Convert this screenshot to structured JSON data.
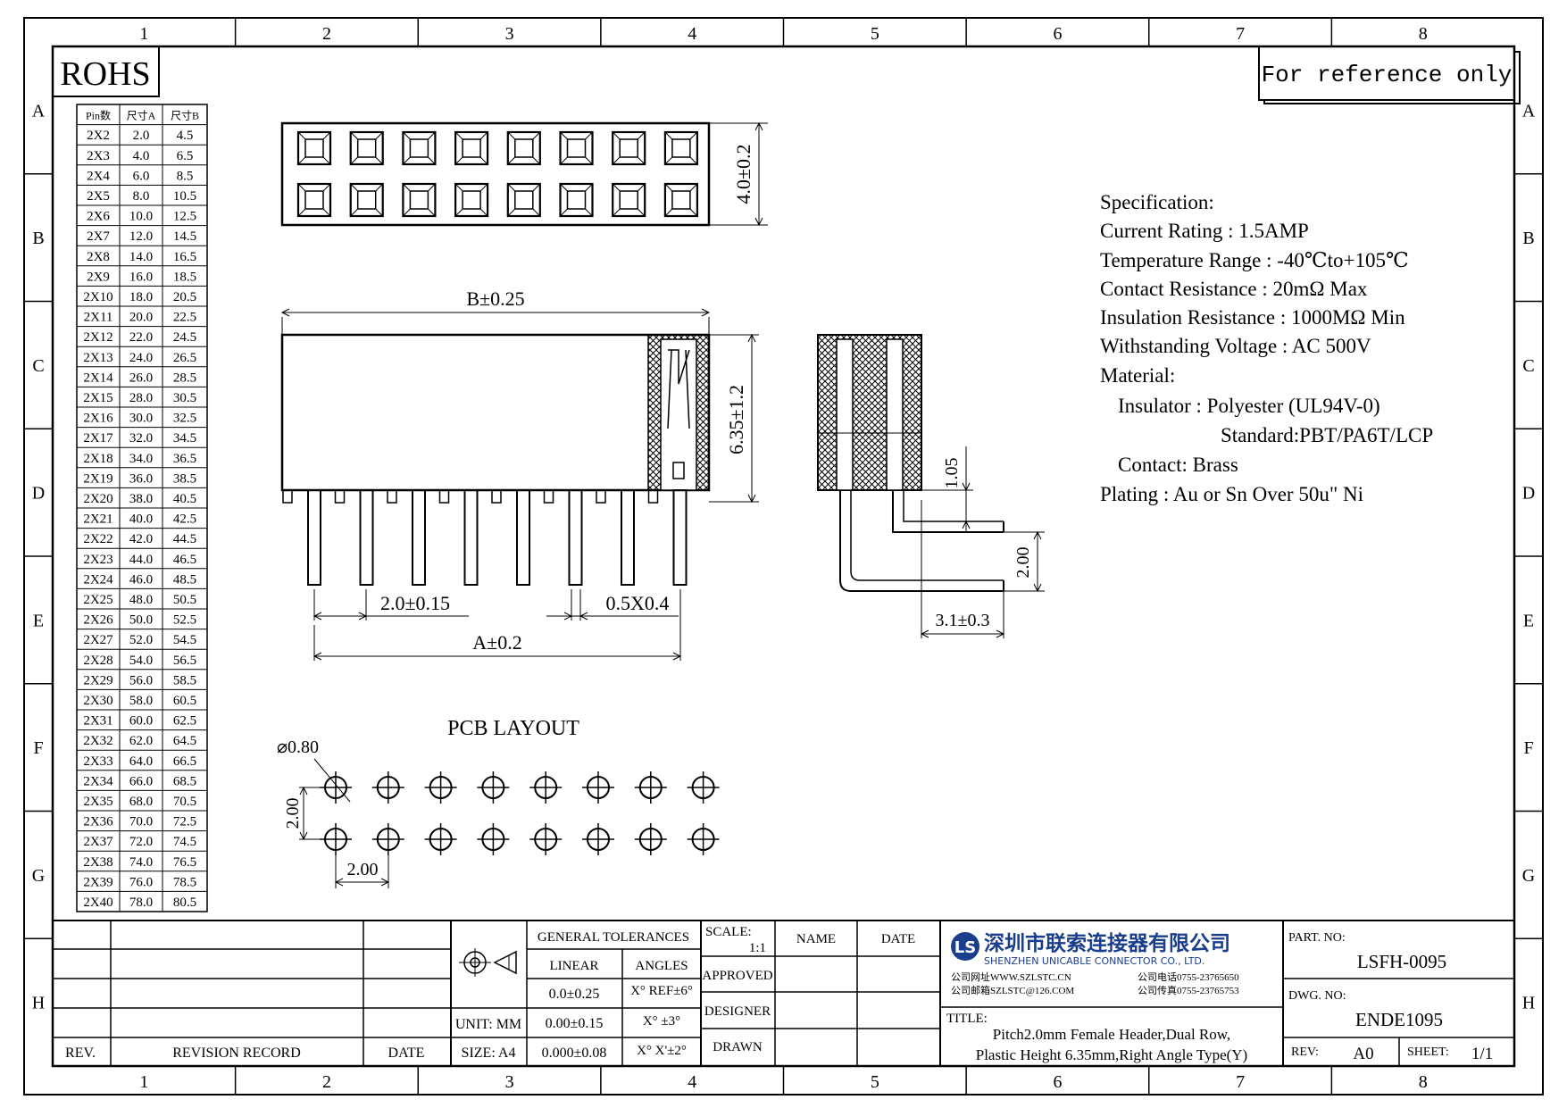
{
  "frame": {
    "cols": [
      "1",
      "2",
      "3",
      "4",
      "5",
      "6",
      "7",
      "8"
    ],
    "rows": [
      "A",
      "B",
      "C",
      "D",
      "E",
      "F",
      "G",
      "H"
    ]
  },
  "rohs_label": "ROHS",
  "reference_note": "For reference only",
  "size_table": {
    "headers": [
      "Pin数",
      "尺寸A",
      "尺寸B"
    ],
    "rows": [
      [
        "2X2",
        "2.0",
        "4.5"
      ],
      [
        "2X3",
        "4.0",
        "6.5"
      ],
      [
        "2X4",
        "6.0",
        "8.5"
      ],
      [
        "2X5",
        "8.0",
        "10.5"
      ],
      [
        "2X6",
        "10.0",
        "12.5"
      ],
      [
        "2X7",
        "12.0",
        "14.5"
      ],
      [
        "2X8",
        "14.0",
        "16.5"
      ],
      [
        "2X9",
        "16.0",
        "18.5"
      ],
      [
        "2X10",
        "18.0",
        "20.5"
      ],
      [
        "2X11",
        "20.0",
        "22.5"
      ],
      [
        "2X12",
        "22.0",
        "24.5"
      ],
      [
        "2X13",
        "24.0",
        "26.5"
      ],
      [
        "2X14",
        "26.0",
        "28.5"
      ],
      [
        "2X15",
        "28.0",
        "30.5"
      ],
      [
        "2X16",
        "30.0",
        "32.5"
      ],
      [
        "2X17",
        "32.0",
        "34.5"
      ],
      [
        "2X18",
        "34.0",
        "36.5"
      ],
      [
        "2X19",
        "36.0",
        "38.5"
      ],
      [
        "2X20",
        "38.0",
        "40.5"
      ],
      [
        "2X21",
        "40.0",
        "42.5"
      ],
      [
        "2X22",
        "42.0",
        "44.5"
      ],
      [
        "2X23",
        "44.0",
        "46.5"
      ],
      [
        "2X24",
        "46.0",
        "48.5"
      ],
      [
        "2X25",
        "48.0",
        "50.5"
      ],
      [
        "2X26",
        "50.0",
        "52.5"
      ],
      [
        "2X27",
        "52.0",
        "54.5"
      ],
      [
        "2X28",
        "54.0",
        "56.5"
      ],
      [
        "2X29",
        "56.0",
        "58.5"
      ],
      [
        "2X30",
        "58.0",
        "60.5"
      ],
      [
        "2X31",
        "60.0",
        "62.5"
      ],
      [
        "2X32",
        "62.0",
        "64.5"
      ],
      [
        "2X33",
        "64.0",
        "66.5"
      ],
      [
        "2X34",
        "66.0",
        "68.5"
      ],
      [
        "2X35",
        "68.0",
        "70.5"
      ],
      [
        "2X36",
        "70.0",
        "72.5"
      ],
      [
        "2X37",
        "72.0",
        "74.5"
      ],
      [
        "2X38",
        "74.0",
        "76.5"
      ],
      [
        "2X39",
        "76.0",
        "78.5"
      ],
      [
        "2X40",
        "78.0",
        "80.5"
      ]
    ]
  },
  "dimensions": {
    "top_height": "4.0±0.2",
    "b_width": "B±0.25",
    "body_height": "6.35±1.2",
    "pitch": "2.0±0.15",
    "pin_size": "0.5X0.4",
    "a_width": "A±0.2",
    "side_1_05": "1.05",
    "side_2_00": "2.00",
    "side_3_1": "3.1±0.3",
    "pcb_title": "PCB LAYOUT",
    "pcb_hole": "⌀0.80",
    "pcb_row_pitch": "2.00",
    "pcb_col_pitch": "2.00"
  },
  "specification": {
    "lines": [
      "Specification:",
      "Current Rating : 1.5AMP",
      "Temperature Range : -40℃to+105℃",
      "Contact Resistance : 20mΩ Max",
      "Insulation Resistance : 1000MΩ Min",
      "Withstanding Voltage : AC 500V",
      "Material:",
      "Insulator : Polyester (UL94V-0)",
      "Standard:PBT/PA6T/LCP",
      "Contact: Brass",
      "Plating : Au or Sn Over 50u\" Ni"
    ]
  },
  "title_block": {
    "rev_header": "REV.",
    "revision_record": "REVISION RECORD",
    "date_header": "DATE",
    "unit": "UNIT: MM",
    "size": "SIZE: A4",
    "general_tolerances": "GENERAL TOLERANCES",
    "linear": "LINEAR",
    "angles": "ANGLES",
    "tol_linear": [
      "0.0±0.25",
      "0.00±0.15",
      "0.000±0.08"
    ],
    "tol_angles": [
      "X° REF±6°",
      "X° ±3°",
      "X° X'±2°"
    ],
    "scale_label": "SCALE:",
    "scale_value": "1:1",
    "approved": "APPROVED",
    "designer": "DESIGNER",
    "drawn": "DRAWN",
    "name_header": "NAME",
    "date_header2": "DATE",
    "company_cn": "深圳市联索连接器有限公司",
    "company_en": "SHENZHEN UNICABLE CONNECTOR CO., LTD.",
    "company_web": "公司网址WWW.SZLSTC.CN",
    "company_mail": "公司邮箱SZLSTC@126.COM",
    "company_tel": "公司电话0755-23765650",
    "company_fax": "公司传真0755-23765753",
    "title_label": "TITLE:",
    "title_line1": "Pitch2.0mm Female Header,Dual Row,",
    "title_line2": "Plastic Height 6.35mm,Right Angle Type(Y)",
    "part_no_label": "PART. NO:",
    "part_no": "LSFH-0095",
    "dwg_no_label": "DWG. NO:",
    "dwg_no": "ENDE1095",
    "rev_label": "REV:",
    "rev_value": "A0",
    "sheet_label": "SHEET:",
    "sheet_value": "1/1"
  }
}
